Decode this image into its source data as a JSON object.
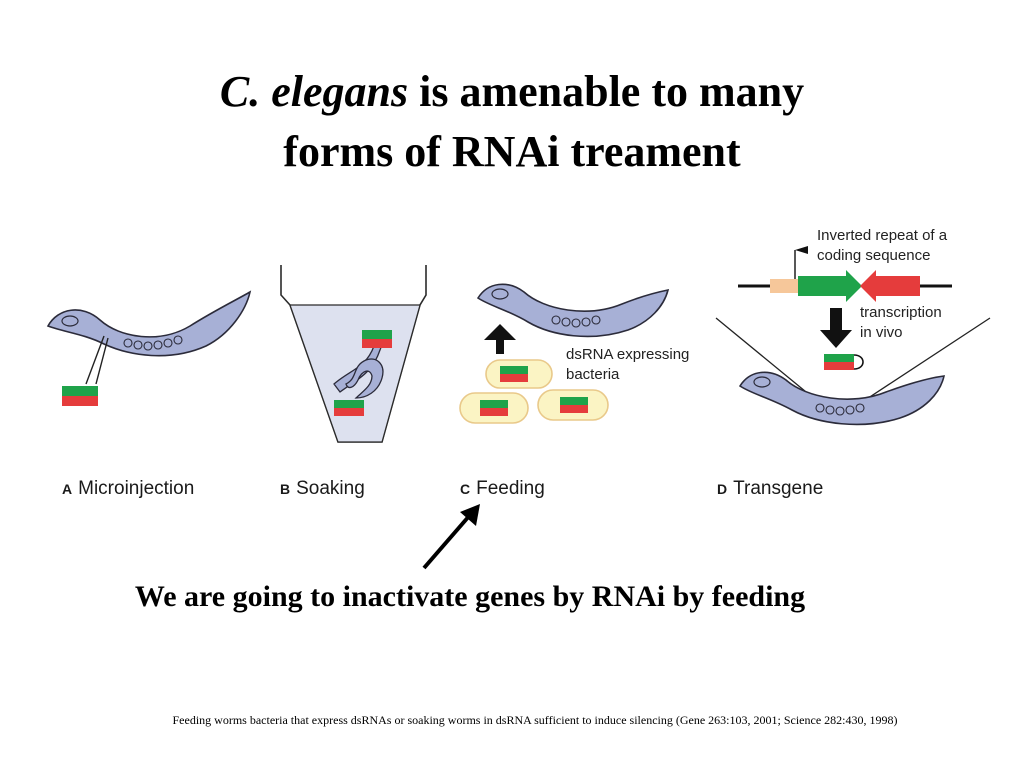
{
  "title": {
    "italic_part": "C. elegans",
    "rest": " is amenable to many",
    "line2": "forms of RNAi treament"
  },
  "panels": [
    {
      "letter": "A",
      "label": "Microinjection"
    },
    {
      "letter": "B",
      "label": "Soaking"
    },
    {
      "letter": "C",
      "label": "Feeding"
    },
    {
      "letter": "D",
      "label": "Transgene"
    }
  ],
  "annotations": {
    "bacteria_line1": "dsRNA expressing",
    "bacteria_line2": "bacteria",
    "repeat_line1": "Inverted repeat of a",
    "repeat_line2": "coding sequence",
    "transcription_line1": "transcription",
    "transcription_line2": "in vivo"
  },
  "message": "We are going to inactivate genes by RNAi by feeding",
  "footnote": "Feeding worms bacteria that express dsRNAs or soaking worms in dsRNA sufficient to induce silencing (Gene 263:103, 2001; Science 282:430, 1998)",
  "colors": {
    "worm_fill": "#a7b0d6",
    "worm_stroke": "#2b2b3a",
    "dsrna_green": "#1fa34a",
    "dsrna_red": "#e53c3c",
    "bacteria_fill": "#fbf4c4",
    "bacteria_stroke": "#e9c98a",
    "promoter": "#f6c79a"
  }
}
